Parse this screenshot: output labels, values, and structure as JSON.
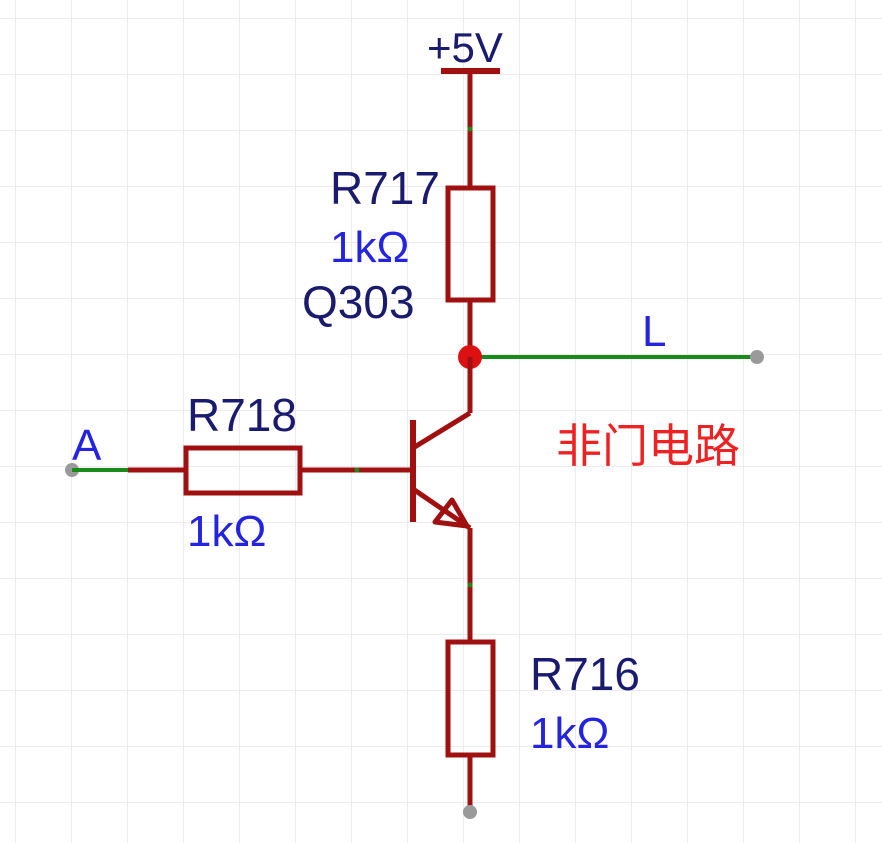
{
  "power": {
    "label": "+5V"
  },
  "resistors": {
    "r717": {
      "ref": "R717",
      "value": "1kΩ"
    },
    "r718": {
      "ref": "R718",
      "value": "1kΩ"
    },
    "r716": {
      "ref": "R716",
      "value": "1kΩ"
    }
  },
  "transistor": {
    "ref": "Q303"
  },
  "nets": {
    "input": "A",
    "output": "L"
  },
  "note": "非门电路",
  "colors": {
    "wire": "#a01010",
    "net_wire": "#1a8a1a",
    "junction": "#dd1111",
    "terminal": "#9a9a9a"
  }
}
